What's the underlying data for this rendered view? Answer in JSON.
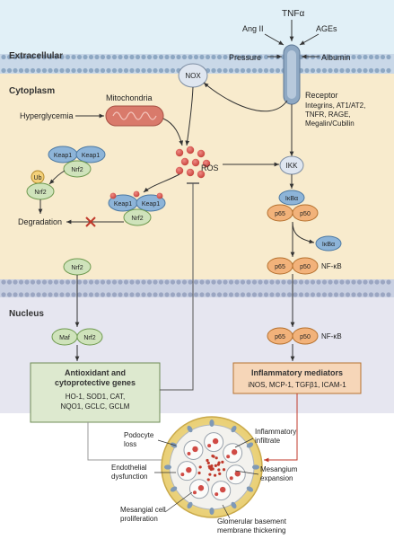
{
  "sections": {
    "extracellular": "Extracellular",
    "cytoplasm": "Cytoplasm",
    "nucleus": "Nucleus"
  },
  "labels": {
    "tnfa": "TNFα",
    "ang2": "Ang II",
    "ages": "AGEs",
    "pressure": "Pressure",
    "albumin": "Albumin",
    "nox": "NOX",
    "receptor": "Receptor",
    "receptor_detail": [
      "Integrins, AT1/AT2,",
      "TNFR, RAGE,",
      "Megalin/Cubilin"
    ],
    "mitochondria": "Mitochondria",
    "hyperglycemia": "Hyperglycemia",
    "ros": "ROS",
    "ikk": "IKK",
    "keap1": "Keap1",
    "nrf2": "Nrf2",
    "ub": "Ub",
    "degradation": "Degradation",
    "ikba": "IκBα",
    "p65": "p65",
    "p50": "p50",
    "nfkb": "NF-κB",
    "maf": "Maf"
  },
  "antioxidant_box": {
    "title": [
      "Antioxidant and",
      "cytoprotective genes"
    ],
    "genes": [
      "HO-1, SOD1, CAT,",
      "NQO1, GCLC, GCLM"
    ]
  },
  "inflammatory_box": {
    "title": "Inflammatory mediators",
    "genes": "iNOS, MCP-1, TGFβ1, ICAM-1"
  },
  "glomerulus_labels": {
    "podocyte_loss": [
      "Podocyte",
      "loss"
    ],
    "inflammatory_infiltrate": [
      "Inflammatory",
      "infiltrate"
    ],
    "endothelial_dysfunction": [
      "Endothelial",
      "dysfunction"
    ],
    "mesangium_expansion": [
      "Mesangium",
      "expansion"
    ],
    "mesangial_proliferation": [
      "Mesangial cell",
      "proliferation"
    ],
    "gbm_thickening": [
      "Glomerular basement",
      "membrane thickening"
    ]
  },
  "colors": {
    "extracellular_bg": "#dceef6",
    "cytoplasm_bg": "#f8e9c8",
    "nucleus_bg": "#e4e4ef",
    "membrane": "#8ea8c3",
    "keap1": "#8db4d8",
    "nrf2": "#cfe3bb",
    "p65_p50": "#f2b27a",
    "ros": "#d9534f",
    "mitochondria": "#d97a6b",
    "antioxidant_box": "#dde9cf",
    "inflammatory_box": "#f6d6b8",
    "inhibit_x": "#c0392b"
  }
}
